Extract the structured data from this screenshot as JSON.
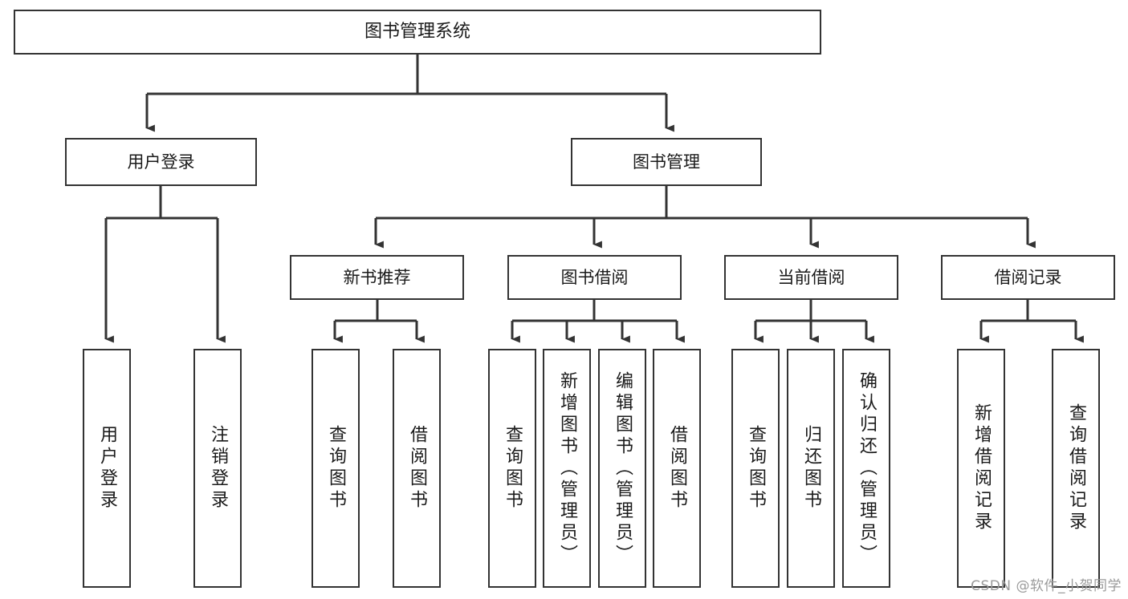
{
  "diagram": {
    "title": "图书管理系统",
    "type": "tree-hierarchy",
    "watermark": "CSDN @软件_小贺同学",
    "colors": {
      "stroke": "#333333",
      "fill": "#ffffff",
      "text": "#1a1a1a",
      "watermark": "#9a9a9a"
    },
    "nodes": {
      "root": {
        "label": "图书管理系统"
      },
      "level2": [
        {
          "id": "user-login",
          "label": "用户登录"
        },
        {
          "id": "book-manage",
          "label": "图书管理"
        }
      ],
      "level3": [
        {
          "id": "new-book-recommend",
          "label": "新书推荐"
        },
        {
          "id": "book-borrow",
          "label": "图书借阅"
        },
        {
          "id": "current-borrow",
          "label": "当前借阅"
        },
        {
          "id": "borrow-record",
          "label": "借阅记录"
        }
      ],
      "leaves": {
        "user_login": [
          {
            "id": "leaf-user-login",
            "label": "用户登录"
          },
          {
            "id": "leaf-logout-login",
            "label": "注销登录"
          }
        ],
        "new_book_recommend": [
          {
            "id": "leaf-query-book-1",
            "label": "查询图书"
          },
          {
            "id": "leaf-borrow-book-1",
            "label": "借阅图书"
          }
        ],
        "book_borrow": [
          {
            "id": "leaf-query-book-2",
            "label": "查询图书"
          },
          {
            "id": "leaf-add-book",
            "label": "新增图书（管理员）"
          },
          {
            "id": "leaf-edit-book",
            "label": "编辑图书（管理员）"
          },
          {
            "id": "leaf-borrow-book-2",
            "label": "借阅图书"
          }
        ],
        "current_borrow": [
          {
            "id": "leaf-query-book-3",
            "label": "查询图书"
          },
          {
            "id": "leaf-return-book",
            "label": "归还图书"
          },
          {
            "id": "leaf-confirm-return",
            "label": "确认归还（管理员）"
          }
        ],
        "borrow_record": [
          {
            "id": "leaf-add-record",
            "label": "新增借阅记录"
          },
          {
            "id": "leaf-query-record",
            "label": "查询借阅记录"
          }
        ]
      }
    }
  }
}
